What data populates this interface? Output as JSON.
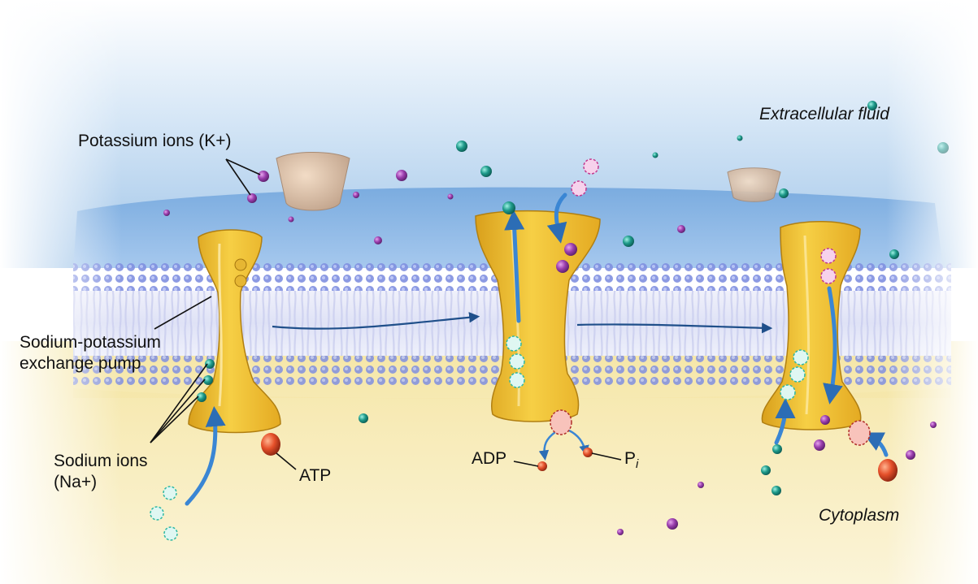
{
  "labels": {
    "extracellular": "Extracellular fluid",
    "potassium": "Potassium ions (K+)",
    "pump_line1": "Sodium-potassium",
    "pump_line2": "exchange pump",
    "sodium_line1": "Sodium ions",
    "sodium_line2": "(Na+)",
    "atp": "ATP",
    "adp": "ADP",
    "pi": "P",
    "pi_sub": "i",
    "cytoplasm": "Cytoplasm"
  },
  "colors": {
    "extracellular_fluid": "#bcd8f0",
    "cytoplasm": "#f7ebb8",
    "membrane_head": "#8f9ee8",
    "membrane_tail": "#e6e8f8",
    "pump": "#f0c233",
    "potassium_ion": "#9b3fae",
    "sodium_ion": "#1e9a8a",
    "phosphate": "#e5502a",
    "arrow": "#3a86d4"
  },
  "icons": {
    "pump": "protein-channel",
    "potassium": "purple-sphere",
    "sodium": "teal-sphere",
    "phosphate": "red-sphere",
    "empty_site": "dashed-circle"
  }
}
